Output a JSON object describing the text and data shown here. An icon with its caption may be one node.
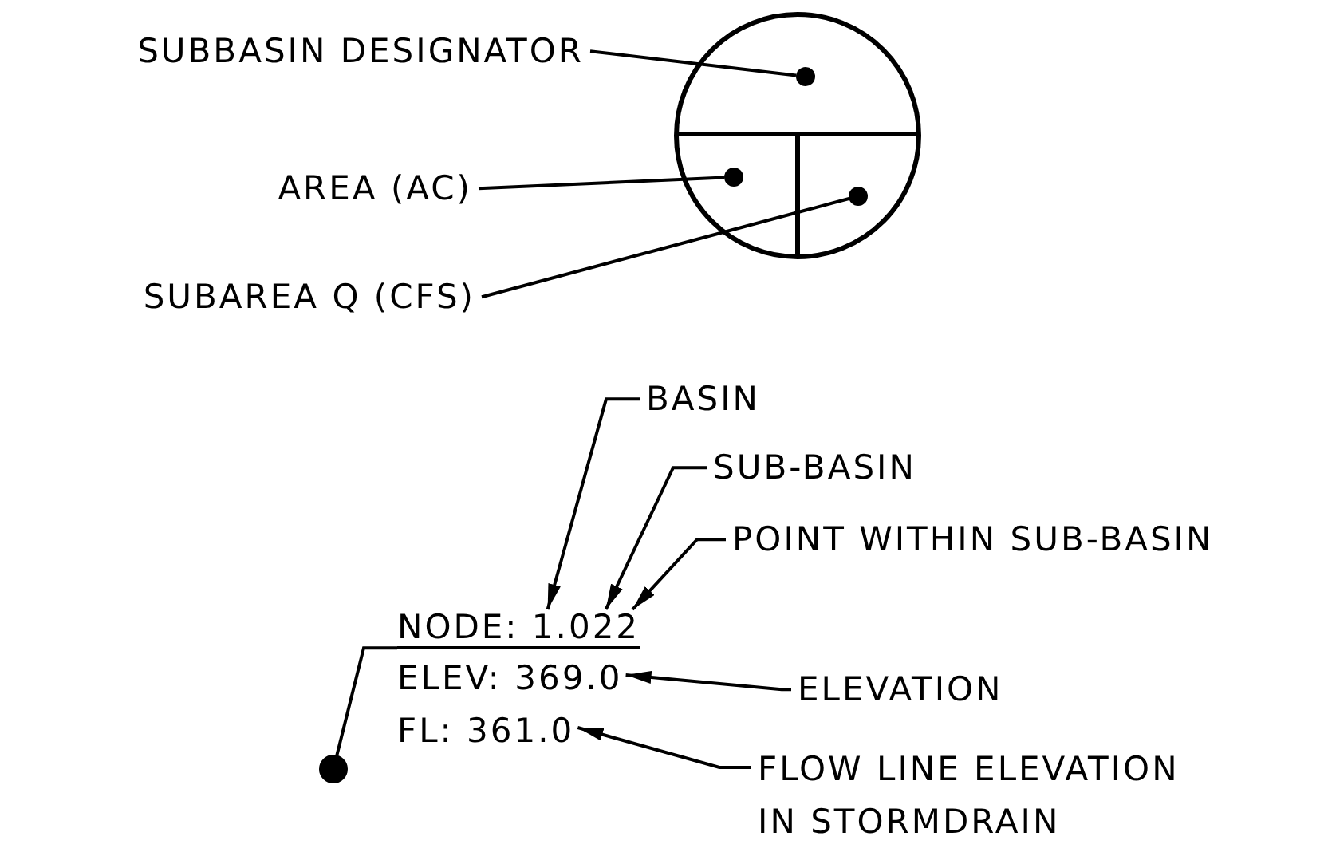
{
  "diagram": {
    "nodes": [
      {
        "text": [
          "SUBBASIN DESIGNATOR"
        ]
      },
      {
        "text": [
          "AREA (AC)"
        ]
      },
      {
        "text": [
          "SUBAREA Q (CFS)"
        ]
      },
      {
        "text": [],
        "shape": "circle"
      },
      {
        "text": [],
        "shape": "circle",
        "in": 3
      },
      {
        "text": [],
        "shape": "circle",
        "in": 3
      },
      {
        "text": [],
        "shape": "circle",
        "in": 3
      },
      {
        "text": [
          "NODE: 1.022"
        ]
      },
      {
        "text": [
          "ELEV: 369.0"
        ]
      },
      {
        "text": [
          "FL: 361.0"
        ]
      },
      {
        "text": [],
        "shape": "circle"
      },
      {
        "text": [
          "BASIN"
        ]
      },
      {
        "text": [
          "SUB-BASIN"
        ]
      },
      {
        "text": [
          "POINT WITHIN SUB-BASIN"
        ]
      },
      {
        "text": [
          "ELEVATION"
        ]
      },
      {
        "text": [
          "FLOW LINE ELEVATION IN STORMDRAIN"
        ]
      }
    ],
    "edges": [
      {
        "from": 0,
        "to": 4,
        "arrow": "none"
      },
      {
        "from": 1,
        "to": 5,
        "arrow": "none"
      },
      {
        "from": 2,
        "to": 6,
        "arrow": "none"
      },
      {
        "from": 7,
        "to": 10,
        "arrow": "none"
      },
      {
        "from": 11,
        "to": 7,
        "arrow": "to"
      },
      {
        "from": 12,
        "to": 7,
        "arrow": "to"
      },
      {
        "from": 13,
        "to": 7,
        "arrow": "to"
      },
      {
        "from": 14,
        "to": 8,
        "arrow": "to"
      },
      {
        "from": 15,
        "to": 9,
        "arrow": "to"
      }
    ]
  }
}
